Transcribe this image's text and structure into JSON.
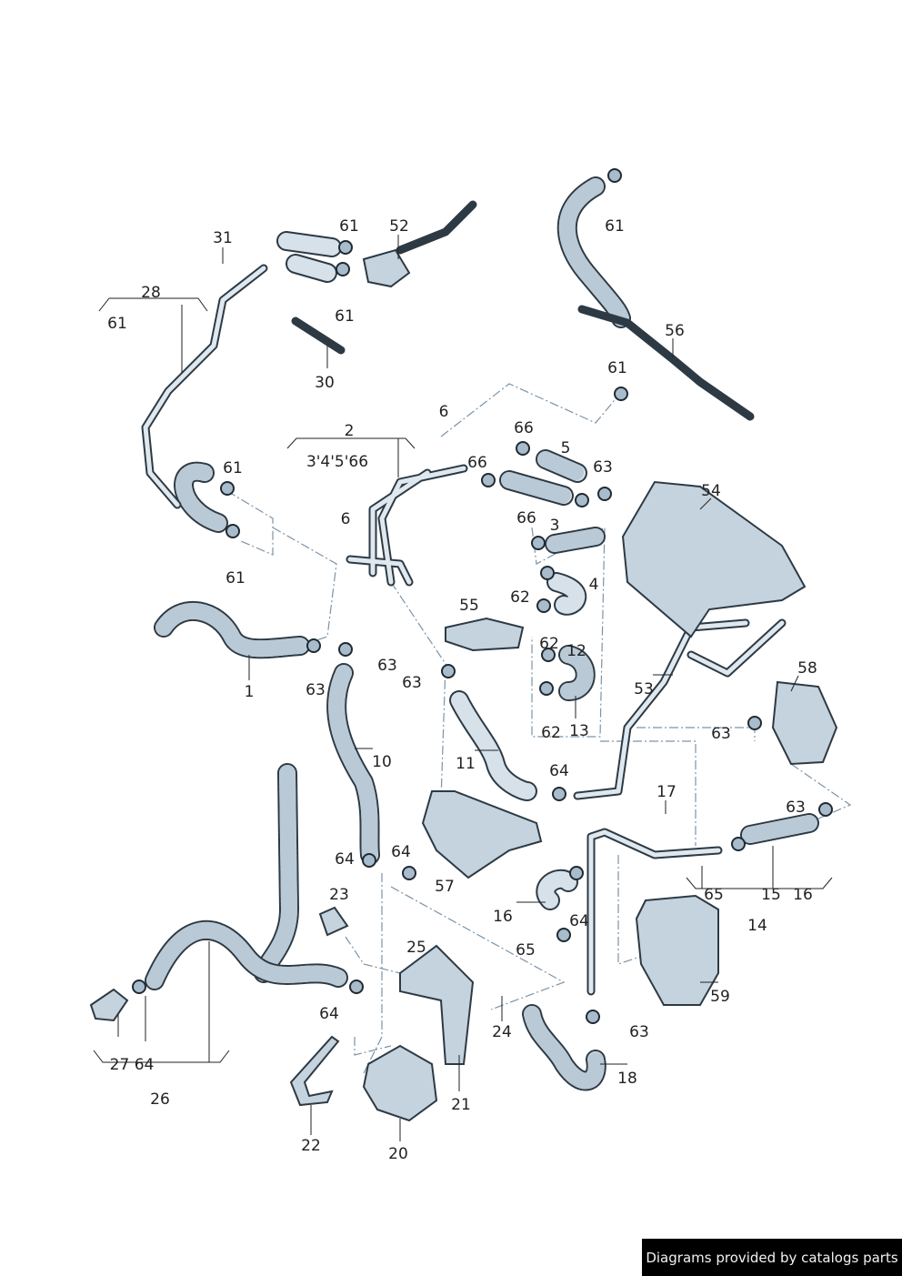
{
  "diagram": {
    "labels": [
      "1",
      "2",
      "3'4'5'66",
      "6",
      "6",
      "3",
      "4",
      "5",
      "10",
      "11",
      "12",
      "13",
      "14",
      "15",
      "16",
      "16",
      "17",
      "18",
      "20",
      "21",
      "22",
      "23",
      "24",
      "25",
      "26",
      "27 64",
      "28",
      "30",
      "31",
      "52",
      "53",
      "54",
      "55",
      "56",
      "57",
      "58",
      "59",
      "61",
      "61",
      "61",
      "61",
      "61",
      "61",
      "61",
      "62",
      "62",
      "62",
      "63",
      "63",
      "63",
      "63",
      "63",
      "63",
      "63",
      "64",
      "64",
      "64",
      "64",
      "64",
      "65",
      "65",
      "66",
      "66",
      "66"
    ]
  },
  "footer": {
    "credit": "Diagrams provided by catalogs parts"
  },
  "colors": {
    "hose_fill": "#d6e1ea",
    "outline": "#2d3a44",
    "leader_dash": "#7d93a6",
    "banner_bg": "#000000"
  }
}
